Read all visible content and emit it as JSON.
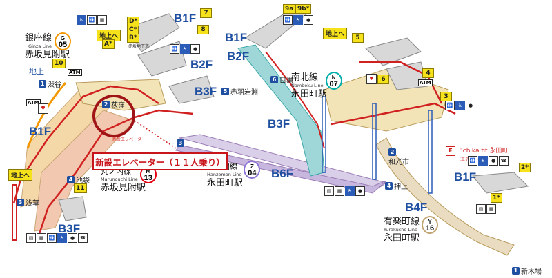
{
  "floors": {
    "b1f_top": "B1F",
    "b2f_top": "B2F",
    "b3f_mid": "B3F",
    "b1f_left": "B1F",
    "b3f_left": "B3F",
    "b1f_mid": "B1F",
    "b2f_mid": "B2F",
    "b3f_center": "B3F",
    "b6f": "B6F",
    "b4f": "B4F",
    "b1f_right": "B1F"
  },
  "stations": {
    "ginza": {
      "line_jp": "銀座線",
      "line_en": "Ginza Line",
      "name": "赤坂見附駅",
      "letter": "G",
      "num": "05",
      "color": "#f39700"
    },
    "marunouchi": {
      "line_jp": "丸ノ内線",
      "line_en": "Marunouchi Line",
      "name": "赤坂見附駅",
      "letter": "M",
      "num": "13",
      "color": "#e60012"
    },
    "hanzomon": {
      "line_jp": "半蔵門線",
      "line_en": "Hanzomon Line",
      "name": "永田町駅",
      "letter": "Z",
      "num": "04",
      "color": "#9b7cb6"
    },
    "namboku": {
      "line_jp": "南北線",
      "line_en": "Namboku Line",
      "name": "永田町駅",
      "letter": "N",
      "num": "07",
      "color": "#00ada9"
    },
    "yurakucho": {
      "line_jp": "有楽町線",
      "line_en": "Yurakucho Line",
      "name": "永田町駅",
      "letter": "Y",
      "num": "16",
      "color": "#c1a470"
    }
  },
  "labels": {
    "chijo_left": "地上",
    "chijohe_1": "地上へ",
    "chijohe_2": "地上へ",
    "chijohe_3": "地上へ",
    "akasaka_chika": "赤坂地下道",
    "new_elevator": "新設エレベーター",
    "echika": "Echika fit 永田町",
    "echika_sub": "（エチカフィット）",
    "callout": "新設エレベーター（１１人乗り）"
  },
  "exits": {
    "shibuya": {
      "num": "1",
      "text": "渋谷"
    },
    "shinjuku": {
      "num": "2",
      "text": "荻窪"
    },
    "ikebukuro": {
      "num": "4",
      "text": "池袋"
    },
    "asakusa": {
      "num": "3",
      "text": "浅草"
    },
    "meguro": {
      "num": "6",
      "text": "目黒"
    },
    "akabane": {
      "num": "5",
      "text": "赤羽岩淵"
    },
    "shibuya2": {
      "num": "3",
      "text": ""
    },
    "wakoshi": {
      "num": "2",
      "text": "和光市"
    },
    "oshiage": {
      "num": "4",
      "text": "押上"
    },
    "shinkiba": {
      "num": "1",
      "text": "新木場"
    }
  },
  "exit_numbers": {
    "e7": "7",
    "e8": "8",
    "e9a": "9a",
    "e9b": "9b*",
    "e5": "5",
    "e10": "10",
    "e11": "11",
    "eA": "A*",
    "eB": "B*",
    "eC": "C*",
    "eD": "D*",
    "e4r": "4",
    "e6r": "6",
    "e3r": "3",
    "e1r": "1*",
    "e2r": "2*"
  },
  "icons": {
    "atm": "ATM",
    "phone": "☎"
  }
}
